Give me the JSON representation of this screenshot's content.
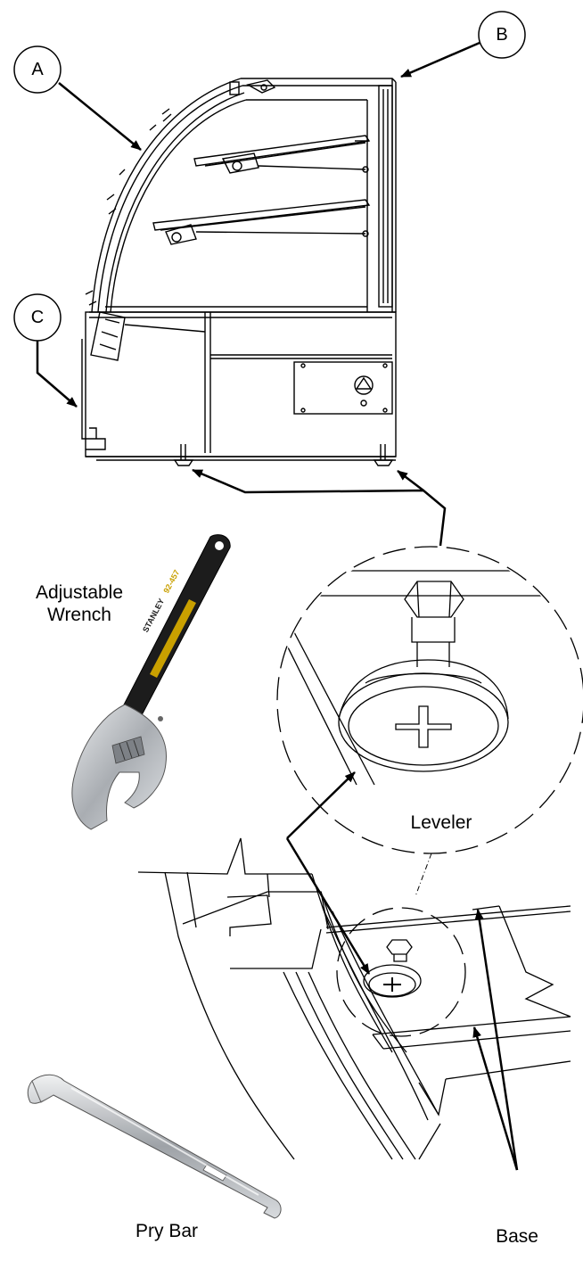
{
  "callouts": {
    "a": "A",
    "b": "B",
    "c": "C"
  },
  "labels": {
    "adjustable_wrench_line1": "Adjustable",
    "adjustable_wrench_line2": "Wrench",
    "leveler": "Leveler",
    "pry_bar": "Pry Bar",
    "base": "Base"
  },
  "wrench_marking": {
    "brand": "STANLEY",
    "model": "92-457"
  },
  "colors": {
    "line": "#000000",
    "wrench_handle": "#1c1c1c",
    "wrench_brand_plate": "#c9a000",
    "metal": "#b9bcc0"
  }
}
